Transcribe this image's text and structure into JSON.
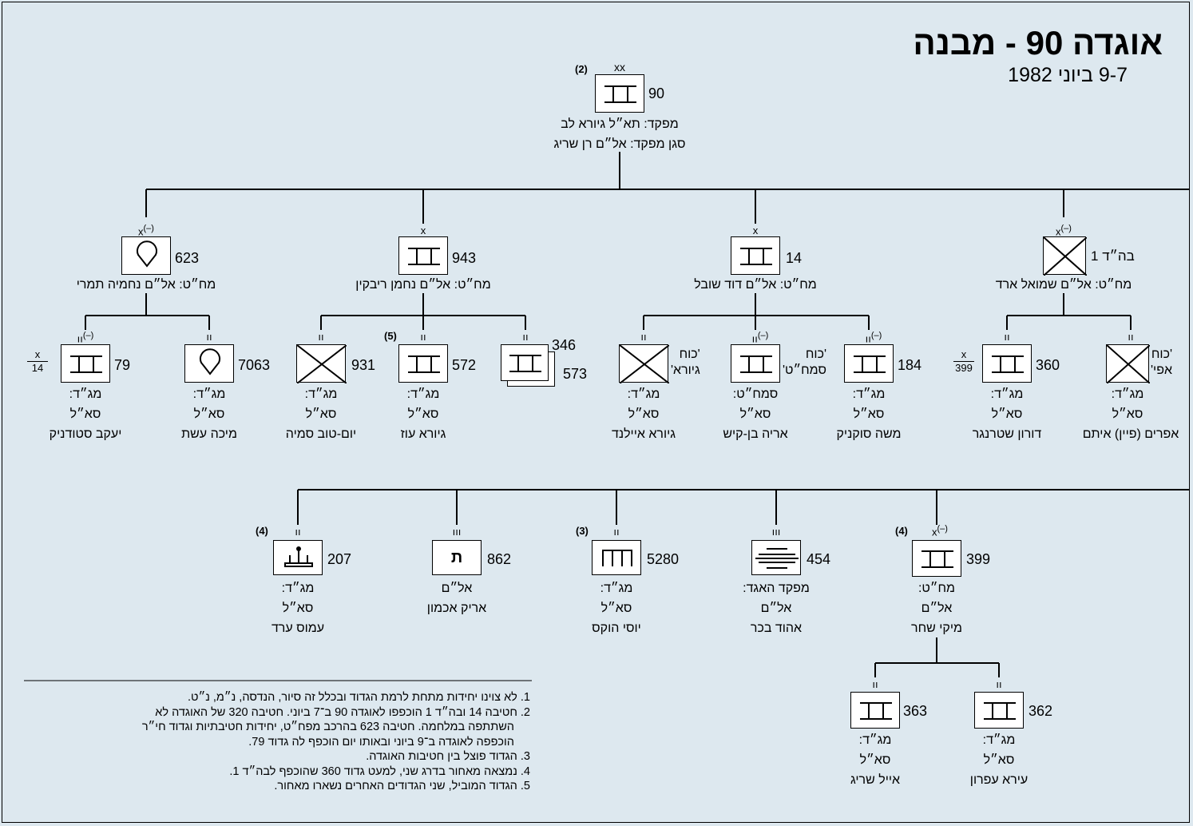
{
  "title": "אוגדה 90 - מבנה",
  "subtitle": "9-7 ביוני 1982",
  "hq": {
    "echelon": "xx",
    "note": "(2)",
    "number": "90",
    "commander": "מפקד: תא״ל גיורא לב",
    "deputy": "סגן מפקד: אל״ם רן שריג"
  },
  "brigades": [
    {
      "id": "b623",
      "echelon": "x",
      "reinforced": "(–)",
      "number": "623",
      "commander": "מח״ט: אל״ם נחמיה תמרי"
    },
    {
      "id": "b943",
      "echelon": "x",
      "number": "943",
      "commander": "מח״ט: אל״ם נחמן ריבקין"
    },
    {
      "id": "b14",
      "echelon": "x",
      "number": "14",
      "commander": "מח״ט: אל״ם דוד שובל"
    },
    {
      "id": "bhd1",
      "echelon": "x",
      "reinforced": "(–)",
      "number": "בה״ד 1",
      "commander": "מח״ט: אל״ם שמואל ארד"
    }
  ],
  "battalions": [
    {
      "id": "bn79",
      "echelon": "ıı",
      "reinforced": "(–)",
      "number": "79",
      "frac_top": "x",
      "frac_bottom": "14",
      "role": "מג״ד:",
      "rank": "סא״ל",
      "name": "יעקב סטודניק"
    },
    {
      "id": "bn7063",
      "echelon": "ıı",
      "number": "7063",
      "role": "מג״ד:",
      "rank": "סא״ל",
      "name": "מיכה עשת"
    },
    {
      "id": "bn931",
      "echelon": "ıı",
      "number": "931",
      "role": "מג״ד:",
      "rank": "סא״ל",
      "name": "יום-טוב סמיה"
    },
    {
      "id": "bn572",
      "echelon": "ıı",
      "note": "(5)",
      "number": "572",
      "role": "מג״ד:",
      "rank": "סא״ל",
      "name": "גיורא עוז"
    },
    {
      "id": "bn346",
      "echelon": "ıı",
      "number_top": "346",
      "number_bottom": "573"
    },
    {
      "id": "bngiora",
      "echelon": "ıı",
      "side_label": [
        "'כוח",
        "גיורא'"
      ],
      "role": "מג״ד:",
      "rank": "סא״ל",
      "name": "גיורא איילנד"
    },
    {
      "id": "bnsamat",
      "echelon": "ıı",
      "reinforced": "(–)",
      "side_label": [
        "'כוח",
        "סמח״ט'"
      ],
      "role": "סמח״ט:",
      "rank": "סא״ל",
      "name": "אריה בן-קיש"
    },
    {
      "id": "bn184",
      "echelon": "ıı",
      "reinforced": "(–)",
      "number": "184",
      "role": "מג״ד:",
      "rank": "סא״ל",
      "name": "משה סוקניק"
    },
    {
      "id": "bn360",
      "echelon": "ıı",
      "number": "360",
      "frac_top": "x",
      "frac_bottom": "399",
      "role": "מג״ד:",
      "rank": "סא״ל",
      "name": "דורון שטרנגר"
    },
    {
      "id": "bnafi",
      "echelon": "ıı",
      "side_label": [
        "'כוח",
        "אפי'"
      ],
      "role": "מג״ד:",
      "rank": "סא״ל",
      "name": "אפרים (פיין) איתם"
    }
  ],
  "support": [
    {
      "id": "s207",
      "echelon": "ıı",
      "note": "(4)",
      "number": "207",
      "role": "מג״ד:",
      "rank": "סא״ל",
      "name": "עמוס ערד"
    },
    {
      "id": "s862",
      "echelon": "ııı",
      "number": "862",
      "glyph": "ת",
      "role": "אל״ם",
      "rank": "אריק אכמון"
    },
    {
      "id": "s5280",
      "echelon": "ıı",
      "note": "(3)",
      "number": "5280",
      "role": "מג״ד:",
      "rank": "סא״ל",
      "name": "יוסי הוקס"
    },
    {
      "id": "s454",
      "echelon": "ııı",
      "number": "454",
      "role": "מפקד האגד:",
      "rank": "אל״ם",
      "name": "אהוד בכר"
    },
    {
      "id": "s399",
      "echelon": "x",
      "reinforced": "(–)",
      "note": "(4)",
      "number": "399",
      "role": "מח״ט:",
      "rank": "אל״ם",
      "name": "מיקי שחר"
    }
  ],
  "sub399": [
    {
      "id": "bn363",
      "echelon": "ıı",
      "number": "363",
      "role": "מג״ד:",
      "rank": "סא״ל",
      "name": "אייל שריג"
    },
    {
      "id": "bn362",
      "echelon": "ıı",
      "number": "362",
      "role": "מג״ד:",
      "rank": "סא״ל",
      "name": "עירא עפרון"
    }
  ],
  "footnotes": [
    "1. לא צוינו יחידות מתחת לרמת הגדוד ובכלל זה סיור, הנדסה, נ״מ, נ״ט.",
    "2. חטיבה 14 ובה״ד 1 הוכפפו לאוגדה 90 ב־7 ביוני. חטיבה 320 של האוגדה לא",
    "השתתפה במלחמה. חטיבה 623 בהרכב מפח״ט, יחידות חטיבתיות וגדוד חי״ר",
    "הוכפפה לאוגדה ב־9 ביוני ובאותו יום הוכפף לה גדוד 79.",
    "3. הגדוד פוצל בין חטיבות האוגדה.",
    "4. נמצאה מאחור בדרג שני, למעט גדוד 360 שהוכפף לבה״ד 1.",
    "5. הגדוד המוביל, שני הגדודים האחרים נשארו מאחור."
  ]
}
